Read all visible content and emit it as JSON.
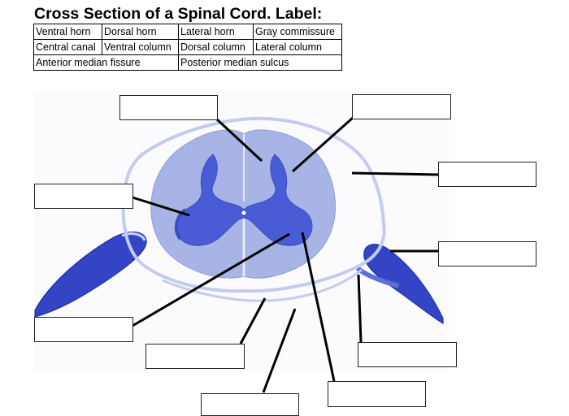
{
  "title": "Cross Section of a Spinal Cord.  Label:",
  "word_bank": {
    "row1": [
      "Ventral horn",
      "Dorsal horn",
      "Lateral horn",
      "Gray commissure"
    ],
    "row2": [
      "Central canal",
      "Ventral column",
      "Dorsal column",
      "Lateral column"
    ],
    "row3": [
      "Anterior median fissure",
      "Posterior median sulcus"
    ]
  },
  "label_boxes": [
    "",
    "",
    "",
    "",
    "",
    "",
    "",
    "",
    "",
    ""
  ],
  "colors": {
    "tissue_light": "#a9b4e6",
    "gray_matter": "#4a5bd6",
    "nerve": "#3345c4",
    "leader_line": "#000000"
  }
}
